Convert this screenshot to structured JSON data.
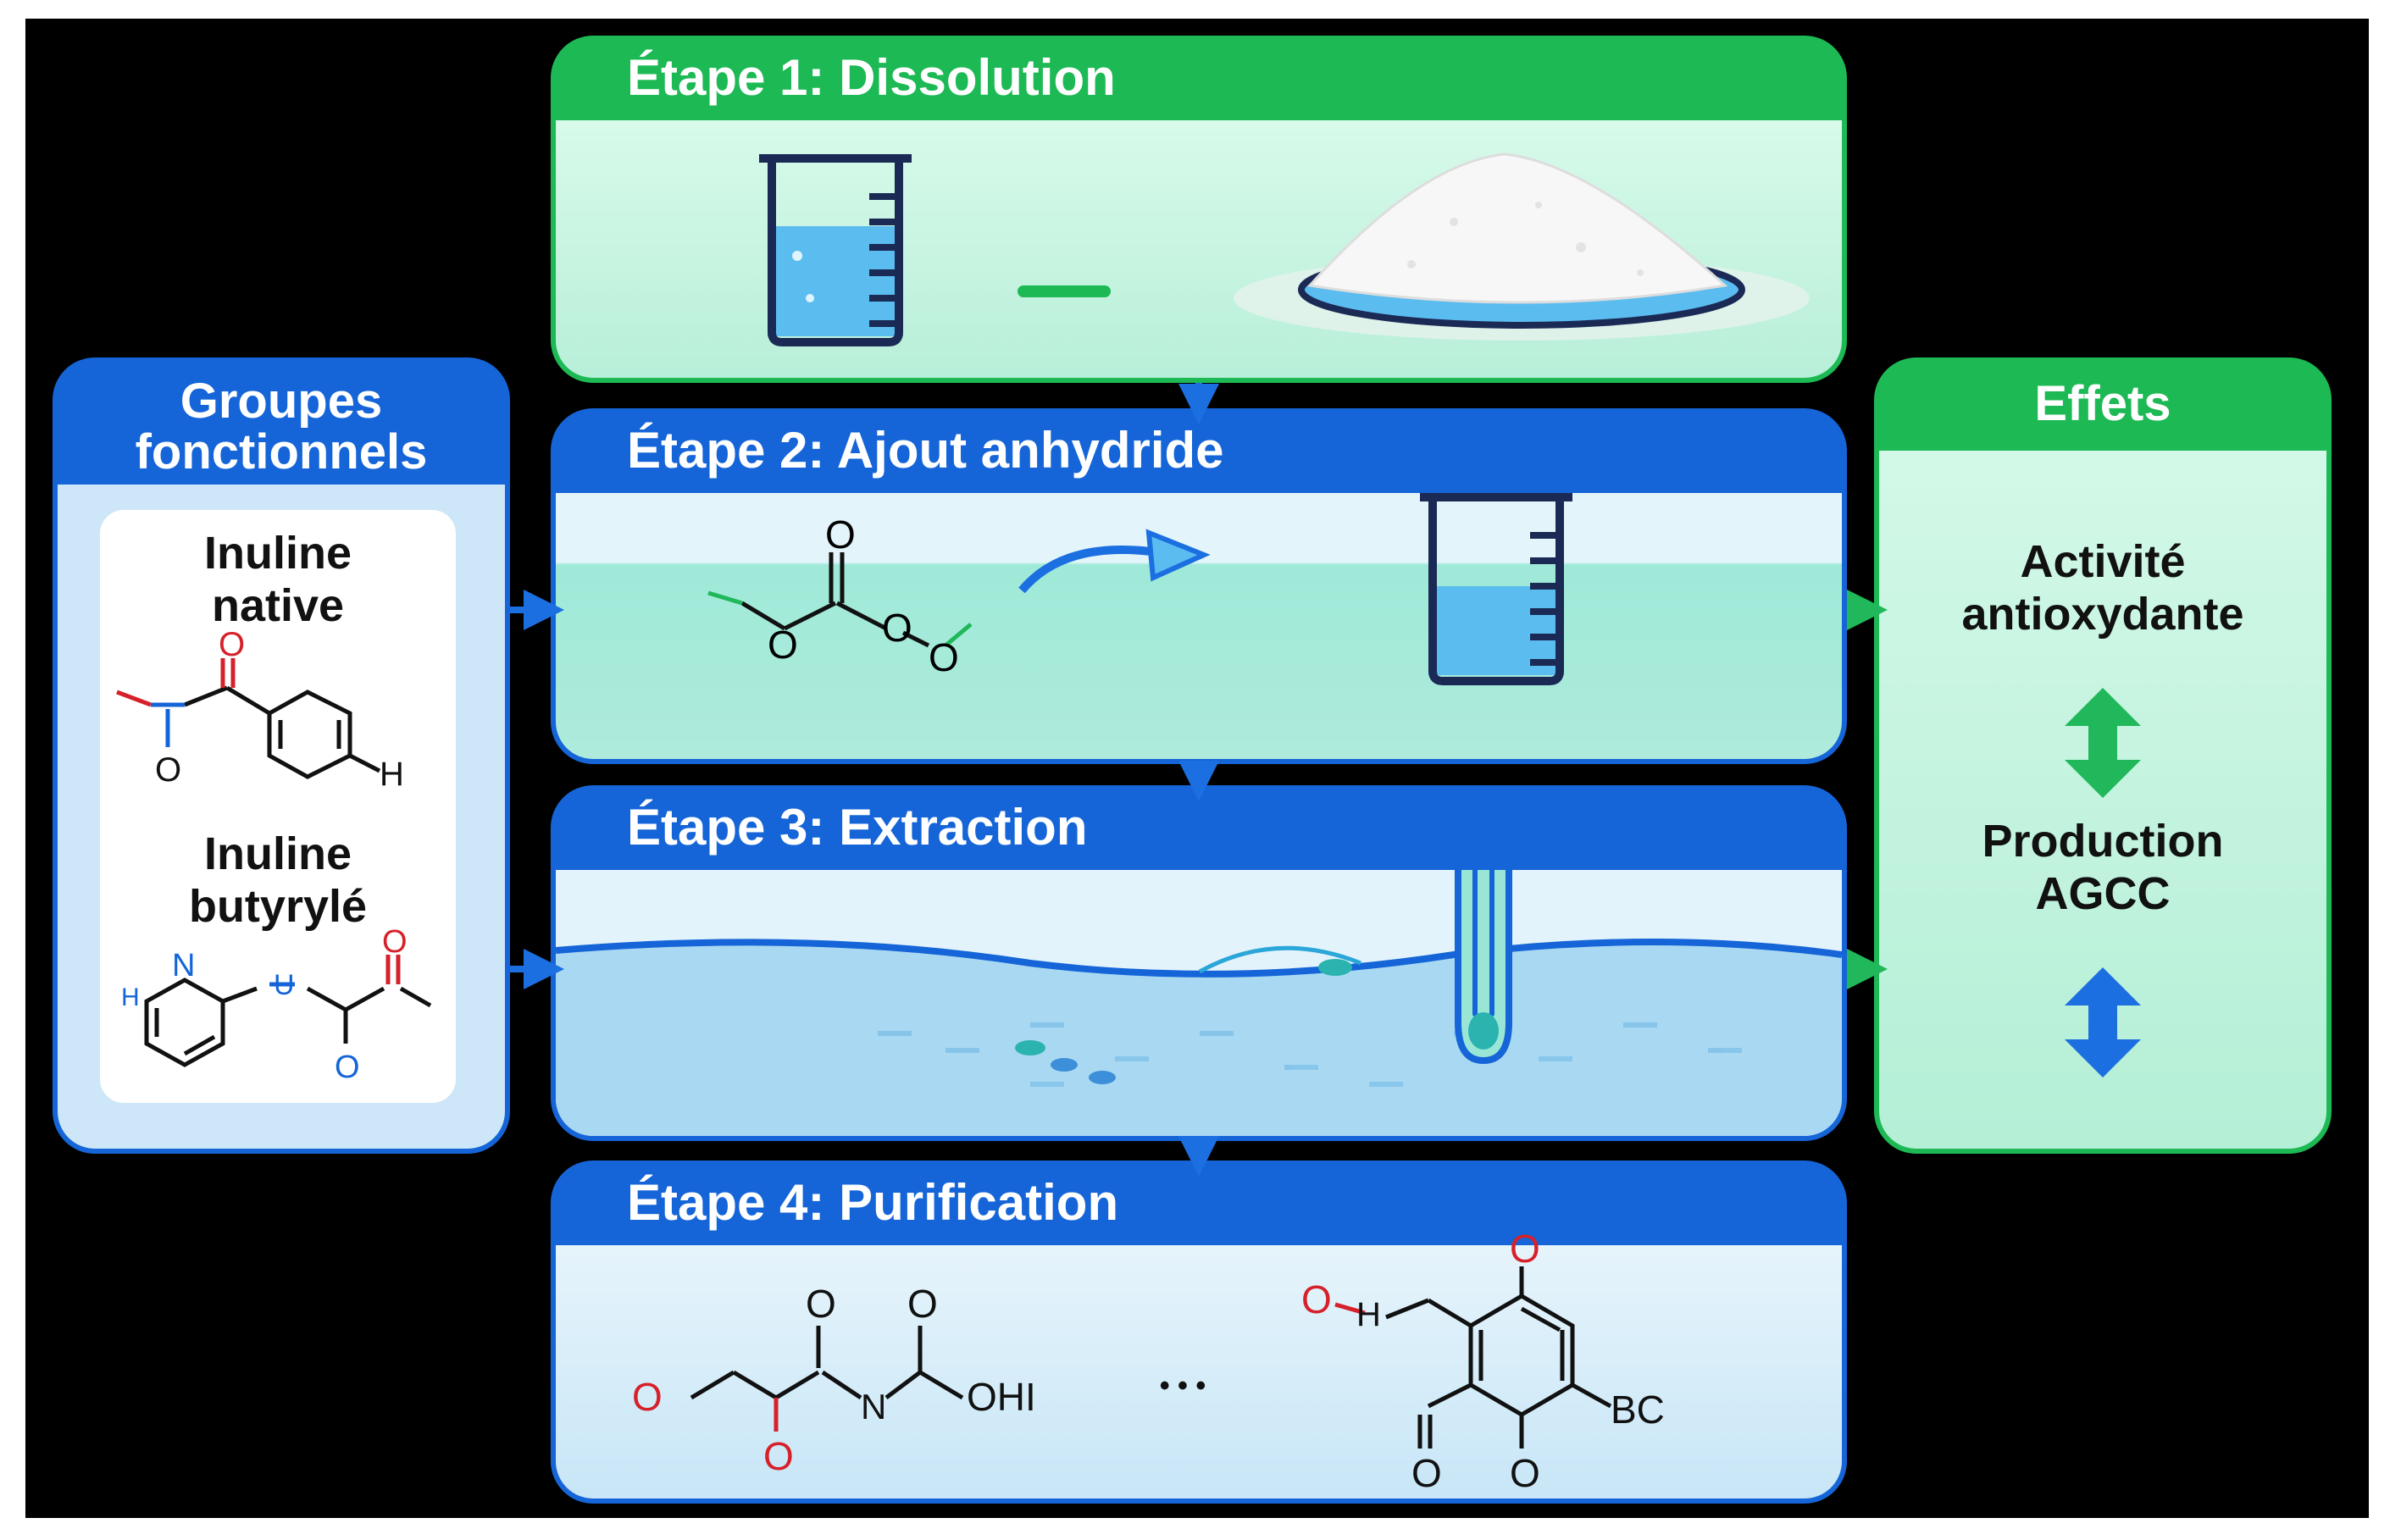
{
  "steps": [
    {
      "title": "Étape 1: Dissolution"
    },
    {
      "title": "Étape 2: Ajout anhydride"
    },
    {
      "title": "Étape 3: Extraction"
    },
    {
      "title": "Étape 4: Purification"
    }
  ],
  "left_panel": {
    "title_line1": "Groupes",
    "title_line2": "fonctionnels",
    "compound1_line1": "Inuline",
    "compound1_line2": "native",
    "compound2_line1": "Inuline",
    "compound2_line2": "butyrylé"
  },
  "right_panel": {
    "title": "Effets",
    "effect1_line1": "Activité",
    "effect1_line2": "antioxydante",
    "effect2_line1": "Production",
    "effect2_line2": "AGCC"
  },
  "molecule_labels": {
    "native_o_top": "O",
    "native_o_bottom": "O",
    "native_h": "H",
    "butyryl_n": "N",
    "butyryl_h": "H",
    "butyryl_u": "U",
    "butyryl_o_top": "O",
    "butyryl_o_bottom": "O",
    "anhydride_o_top": "O",
    "anhydride_o1": "O",
    "anhydride_o2": "O",
    "anhydride_o3": "O",
    "purif_o1": "O",
    "purif_o2": "O",
    "purif_o3": "O",
    "purif_o4": "O",
    "purif_n": "N",
    "purif_ohi": "OHI",
    "purif_dots": "• • •",
    "purif_oh": "O",
    "purif_h": "H",
    "purif_top_o": "O",
    "purif_left_o": "O",
    "purif_bottom_o": "O",
    "purif_bc": "BC"
  },
  "colors": {
    "green_header": "#1db954",
    "blue_header": "#1565d8",
    "green_body": "#c9f5e3",
    "blue_body": "#cfe8fa",
    "arrow_blue": "#1c6fe0",
    "arrow_green": "#20b85a"
  }
}
